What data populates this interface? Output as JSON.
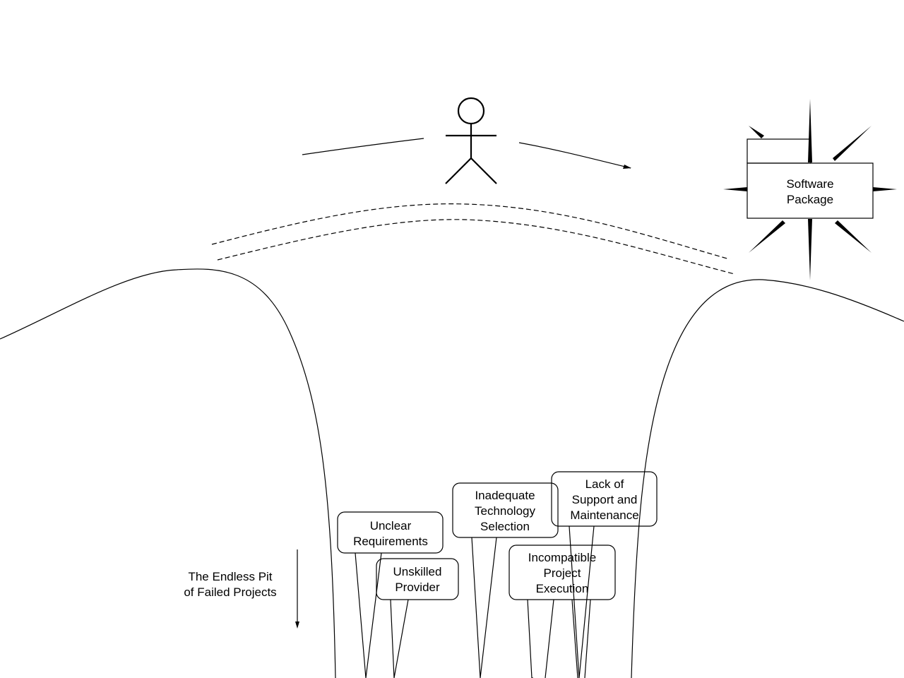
{
  "diagram": {
    "target": {
      "lines": [
        "Software",
        "Package"
      ]
    },
    "pit_label": {
      "lines": [
        "The Endless Pit",
        "of Failed Projects"
      ]
    },
    "callouts": [
      {
        "id": "unclear-requirements",
        "lines": [
          "Unclear",
          "Requirements"
        ]
      },
      {
        "id": "unskilled-provider",
        "lines": [
          "Unskilled",
          "Provider"
        ]
      },
      {
        "id": "inadequate-technology-selection",
        "lines": [
          "Inadequate",
          "Technology",
          "Selection"
        ]
      },
      {
        "id": "lack-of-support-and-maintenance",
        "lines": [
          "Lack of",
          "Support and",
          "Maintenance"
        ]
      },
      {
        "id": "incompatible-project-execution",
        "lines": [
          "Incompatible",
          "Project",
          "Execution"
        ]
      }
    ],
    "colors": {
      "stroke": "#000000",
      "background": "#ffffff"
    }
  }
}
